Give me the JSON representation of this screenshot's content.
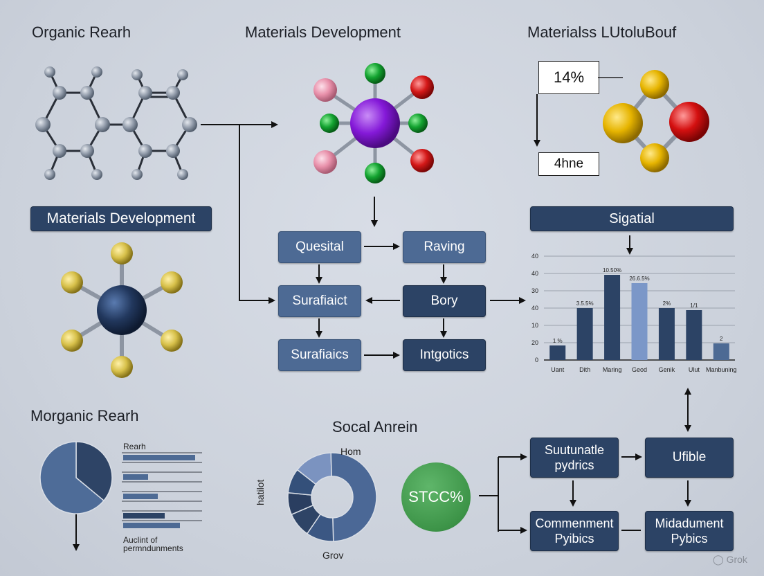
{
  "panels": {
    "organic_top_title": "Organic Rearh",
    "materials_top_title": "Materials Development",
    "materials_right_title": "Materialss LUtoluBouf",
    "materials_left_box": "Materials Development",
    "morganic_title": "Morganic Rearh",
    "social_title": "Socal Anrein",
    "signal_box": "Sigatial"
  },
  "callouts": {
    "percent": "14%",
    "word": "4hne"
  },
  "flow": {
    "questial": "Quesital",
    "raving": "Raving",
    "surfaiact": "Surafiaict",
    "bory": "Bory",
    "surfaiacs": "Surafiaics",
    "intgotics": "Intgotics"
  },
  "lower_flow": {
    "stcc": "STCC%",
    "sustainable": "Suutunatle pydrics",
    "ufible": "Ufible",
    "commenment": "Commenment Pyibics",
    "midadument": "Midadument Pybics"
  },
  "bar_list": {
    "heading": "Rearh",
    "footer": "Auclint of permndunments"
  },
  "donut": {
    "top_label": "Hom",
    "left_label": "hatilot",
    "bottom_label": "Grov",
    "slices": [
      0.14,
      0.5,
      0.1,
      0.09,
      0.08,
      0.09
    ],
    "colors": [
      "#7b93c0",
      "#4b6896",
      "#3b5783",
      "#2e4466",
      "#2a3e60",
      "#34507a"
    ]
  },
  "pie": {
    "slices": [
      0.36,
      0.64
    ],
    "colors": [
      "#2e4466",
      "#4e6c98"
    ]
  },
  "chart_data": {
    "type": "bar",
    "categories": [
      "Uant",
      "Dith",
      "Maring",
      "Geod",
      "Genik",
      "Ulut",
      "Manbuning"
    ],
    "values": [
      7,
      25,
      41,
      37,
      25,
      24,
      8
    ],
    "data_labels": [
      "1 %",
      "3.5.5%",
      "10.50%",
      "26.6.5%",
      "2%",
      "1/1",
      "2"
    ],
    "y_ticks": [
      "0",
      "20",
      "10",
      "40",
      "30",
      "40",
      "40"
    ],
    "ylim": [
      0,
      50
    ],
    "grid": true,
    "colors": [
      "#2c4365",
      "#2c4365",
      "#2c4365",
      "#7b97c8",
      "#2c4365",
      "#2c4365",
      "#4d6a94"
    ]
  },
  "watermark": "Grok"
}
